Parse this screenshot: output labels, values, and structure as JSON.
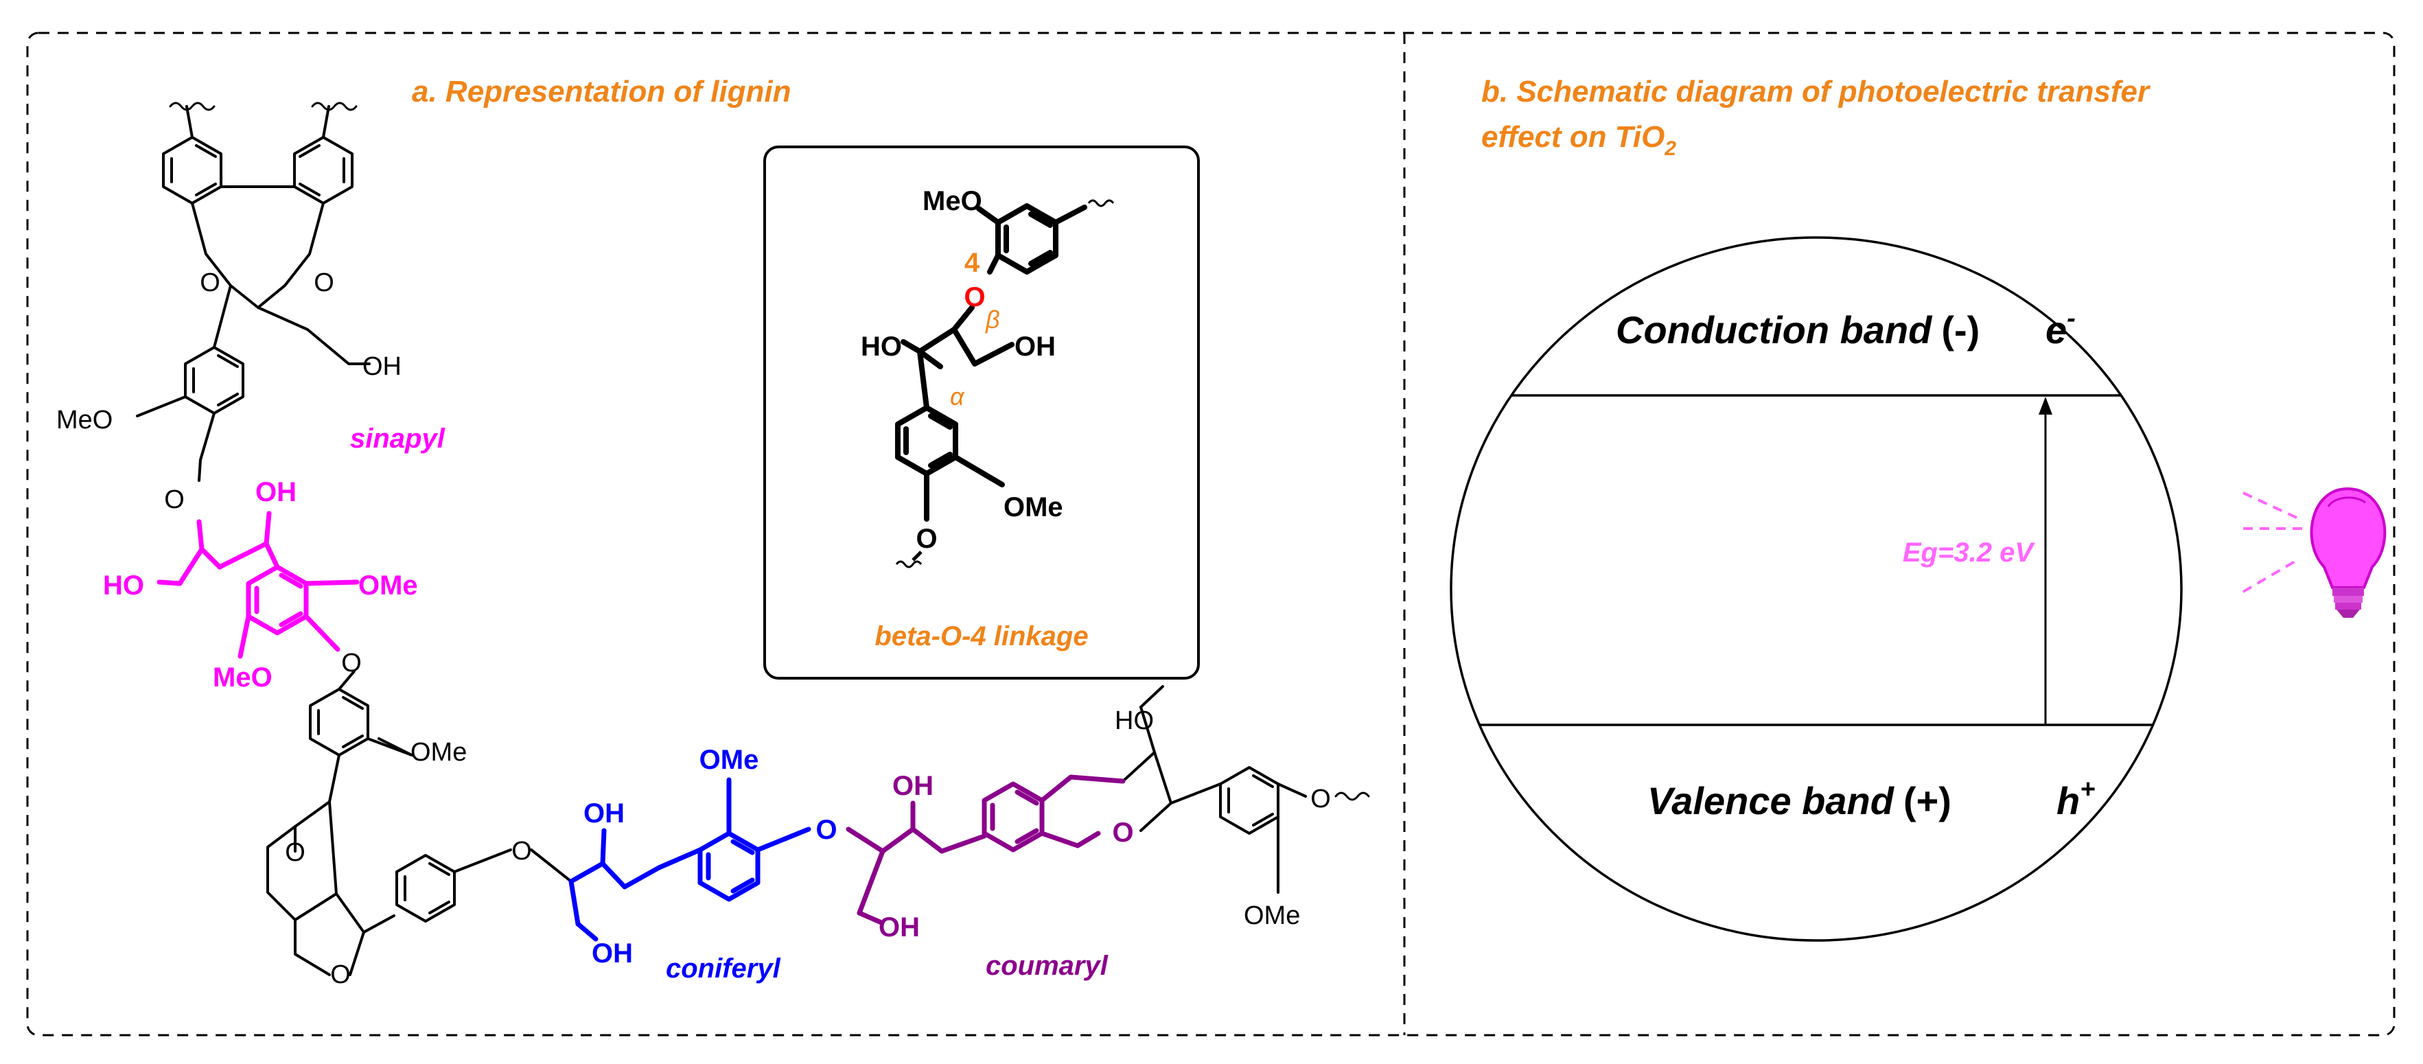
{
  "panel_a": {
    "title": "a. Representation of lignin",
    "labels": {
      "sinapyl": "sinapyl",
      "coniferyl": "coniferyl",
      "coumaryl": "coumaryl"
    },
    "atoms": {
      "oh": "OH",
      "ho": "HO",
      "meo": "MeO",
      "ome": "OMe",
      "o": "O"
    },
    "inset": {
      "label": "beta-O-4 linkage",
      "pos4": "4",
      "alpha": "α",
      "beta": "β"
    }
  },
  "panel_b": {
    "title_line1": "b. Schematic diagram of photoelectric transfer",
    "title_line2": "effect on TiO",
    "title_sub": "2",
    "conduction_band": "Conduction band",
    "conduction_sign": "(-)",
    "electron": "e",
    "electron_sup": "-",
    "valence_band": "Valence band",
    "valence_sign": "(+)",
    "hole": "h",
    "hole_sup": "+",
    "gap": "Eg=3.2 eV"
  },
  "colors": {
    "title": "#F08418",
    "sinapyl": "#FF00FF",
    "coniferyl": "#0000FF",
    "coumaryl": "#8B008B",
    "oxygen": "#FF0000",
    "bulb": "#FF4DFF",
    "gap_label": "#FF66FF"
  }
}
